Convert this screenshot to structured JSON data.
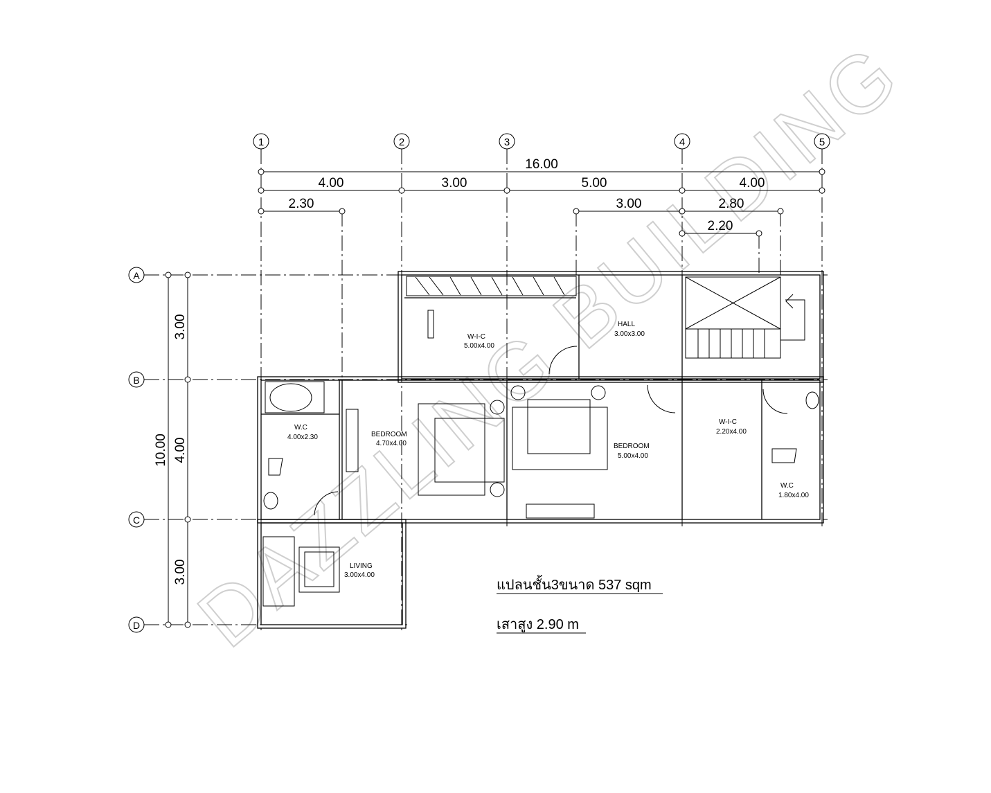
{
  "watermark": "DAZZLING BUILDING",
  "grid": {
    "columns": [
      "1",
      "2",
      "3",
      "4",
      "5"
    ],
    "rows": [
      "A",
      "B",
      "C",
      "D"
    ]
  },
  "dimensions": {
    "overall_width": "16.00",
    "bays": [
      "4.00",
      "3.00",
      "5.00",
      "4.00"
    ],
    "sub": [
      "2.30",
      "3.00",
      "2.80"
    ],
    "sub2": "2.20",
    "overall_depth": "10.00",
    "row_bays": [
      "3.00",
      "4.00",
      "3.00"
    ]
  },
  "rooms": [
    {
      "name": "W-I-C",
      "size": "5.00x4.00"
    },
    {
      "name": "HALL",
      "size": "3.00x3.00"
    },
    {
      "name": "W.C",
      "size": "4.00x2.30"
    },
    {
      "name": "BEDROOM",
      "size": "4.70x4.00"
    },
    {
      "name": "BEDROOM",
      "size": "5.00x4.00"
    },
    {
      "name": "W-I-C",
      "size": "2.20x4.00"
    },
    {
      "name": "W.C",
      "size": "1.80x4.00"
    },
    {
      "name": "LIVING",
      "size": "3.00x4.00"
    }
  ],
  "notes": {
    "plan": "แปลนชั้น3ขนาด 537 sqm",
    "height": "เสาสูง 2.90 m"
  }
}
